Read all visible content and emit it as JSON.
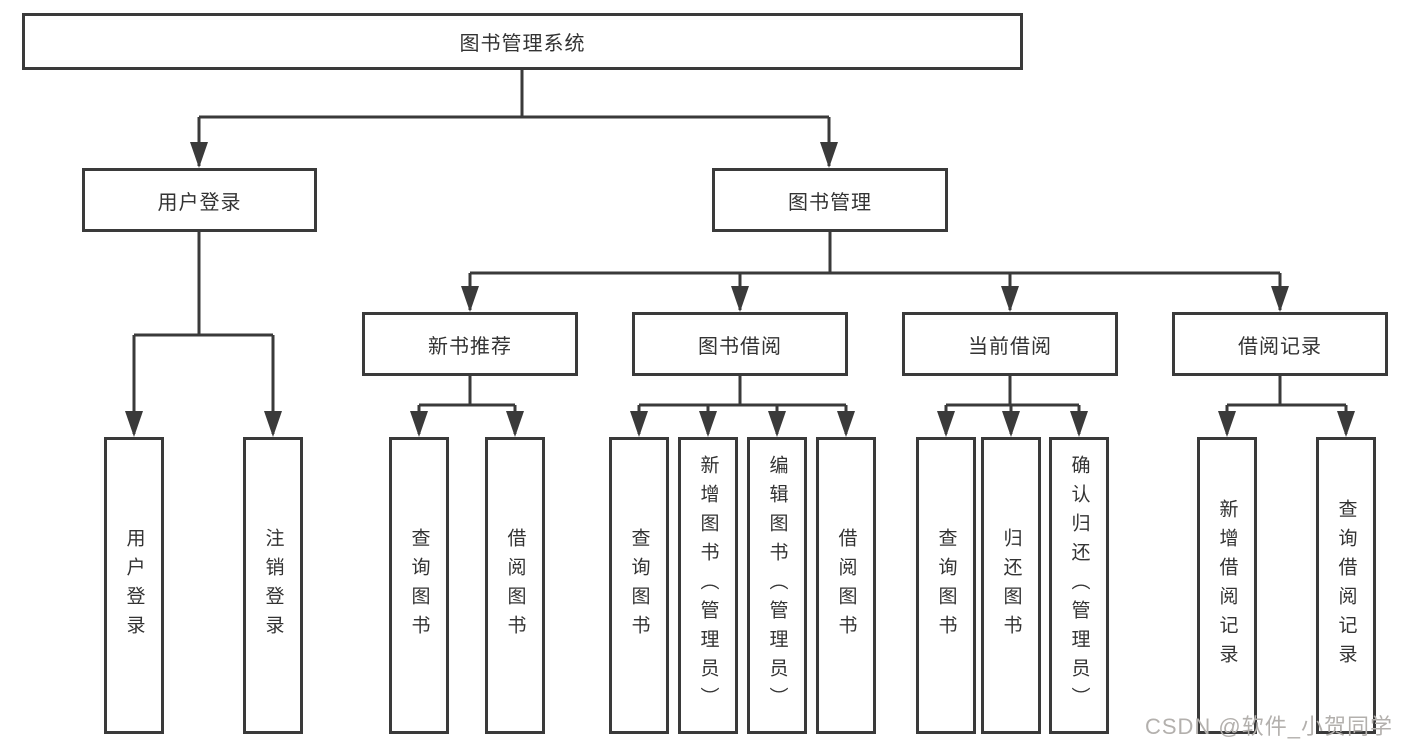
{
  "diagram": {
    "title": "图书管理系统",
    "nodes": {
      "root": {
        "label": "图书管理系统"
      },
      "user_login": {
        "label": "用户登录"
      },
      "book_mgmt": {
        "label": "图书管理"
      },
      "new_book_rec": {
        "label": "新书推荐"
      },
      "book_borrow": {
        "label": "图书借阅"
      },
      "current_borrow": {
        "label": "当前借阅"
      },
      "borrow_record": {
        "label": "借阅记录"
      },
      "leaf_user_login": {
        "label": "用户登录"
      },
      "leaf_logout": {
        "label": "注销登录"
      },
      "leaf_query_book_rec": {
        "label": "查询图书"
      },
      "leaf_borrow_book_rec": {
        "label": "借阅图书"
      },
      "leaf_query_book_borrow": {
        "label": "查询图书"
      },
      "leaf_add_book": {
        "label": "新增图书（管理员）"
      },
      "leaf_edit_book": {
        "label": "编辑图书（管理员）"
      },
      "leaf_borrow_book_borrow": {
        "label": "借阅图书"
      },
      "leaf_query_book_current": {
        "label": "查询图书"
      },
      "leaf_return_book": {
        "label": "归还图书"
      },
      "leaf_confirm_return": {
        "label": "确认归还（管理员）"
      },
      "leaf_add_borrow_record": {
        "label": "新增借阅记录"
      },
      "leaf_query_borrow_record": {
        "label": "查询借阅记录"
      }
    }
  },
  "watermark": {
    "text": "CSDN @软件_小贺同学"
  },
  "colors": {
    "line": "#3a3a3a",
    "text": "#333333",
    "watermark": "#b3b0ad",
    "background": "#ffffff"
  }
}
